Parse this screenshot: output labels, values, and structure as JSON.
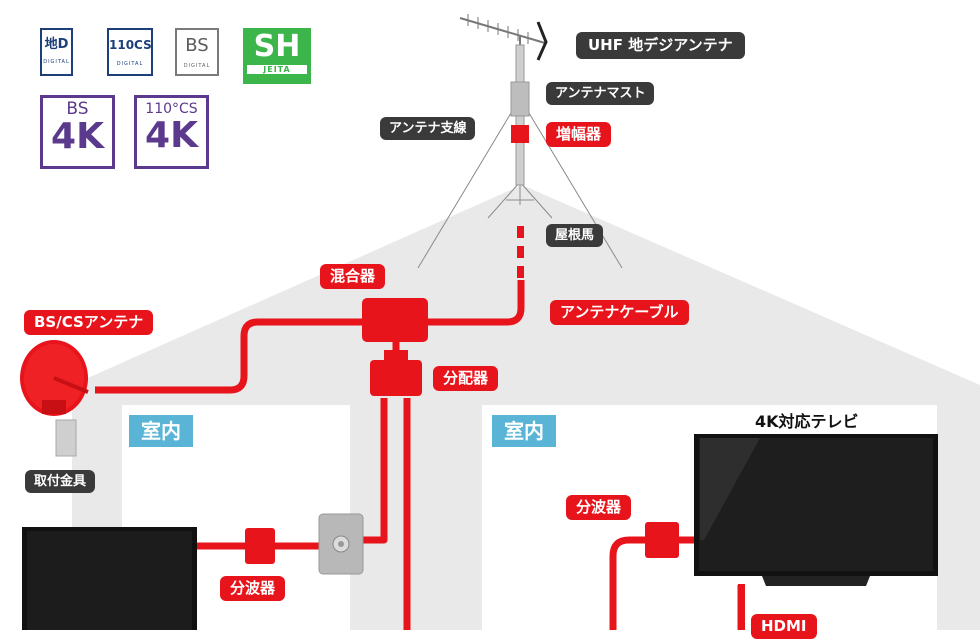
{
  "colors": {
    "cable": "#e8141b",
    "house": "#e9e9e9",
    "room": "#ffffff",
    "label_dark": "#3a3a3a",
    "label_red": "#e8141b",
    "label_room": "#5ab4d6",
    "logo_purple": "#5b3a8e",
    "logo_green": "#3cb64a",
    "logo_navy": "#1c3f7a"
  },
  "logos": [
    {
      "icon": "terrestrial-digital-logo",
      "text": "地D",
      "sub": "DIGITAL"
    },
    {
      "icon": "110cs-digital-logo",
      "text": "110CS",
      "sub": "DIGITAL"
    },
    {
      "icon": "bs-digital-logo",
      "text": "BS",
      "sub": "DIGITAL"
    },
    {
      "icon": "sh-jeita-logo",
      "text": "SH",
      "sub": "JEITA"
    },
    {
      "icon": "bs-4k-logo",
      "text": "BS",
      "sub": "4K"
    },
    {
      "icon": "110cs-4k-logo",
      "text": "110°CS",
      "sub": "4K"
    }
  ],
  "labels": {
    "uhf_antenna": "UHF 地デジアンテナ",
    "antenna_mast": "アンテナマスト",
    "antenna_guy_wire": "アンテナ支線",
    "amplifier": "増幅器",
    "roof_mount": "屋根馬",
    "mixer": "混合器",
    "antenna_cable": "アンテナケーブル",
    "bs_cs_antenna": "BS/CSアンテナ",
    "distributor": "分配器",
    "mount_bracket": "取付金具",
    "room_left": "室内",
    "room_right": "室内",
    "tv_4k_title": "4K対応テレビ",
    "splitter_left": "分波器",
    "splitter_right": "分波器",
    "hdmi": "HDMI"
  }
}
